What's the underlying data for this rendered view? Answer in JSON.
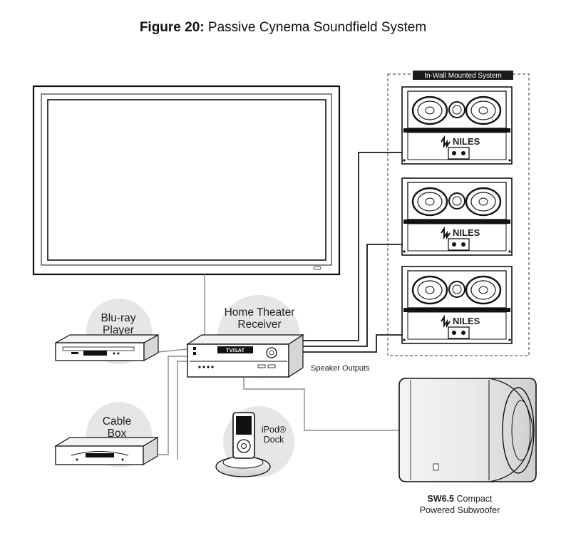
{
  "figure": {
    "label": "Figure 20:",
    "title": "Passive Cynema Soundfield System"
  },
  "inwall": {
    "header": "In-Wall Mounted System",
    "speakers": [
      {
        "brand": "NILES"
      },
      {
        "brand": "NILES"
      },
      {
        "brand": "NILES"
      }
    ]
  },
  "receiver": {
    "line1": "Home Theater",
    "line2": "Receiver",
    "display": "TV/SAT",
    "speaker_outputs": "Speaker Outputs"
  },
  "bluray": {
    "line1": "Blu-ray",
    "line2": "Player"
  },
  "cablebox": {
    "line1": "Cable",
    "line2": "Box"
  },
  "ipod": {
    "line1": "iPod®",
    "line2": "Dock"
  },
  "subwoofer": {
    "model": "SW6.5",
    "line1_rest": " Compact",
    "line2": "Powered Subwoofer"
  },
  "colors": {
    "line": "#1a1a1a",
    "cable_gray": "#8a8a8a",
    "label_circle": "#e6e6e6",
    "inwall_header_bg": "#1a1a1a"
  }
}
